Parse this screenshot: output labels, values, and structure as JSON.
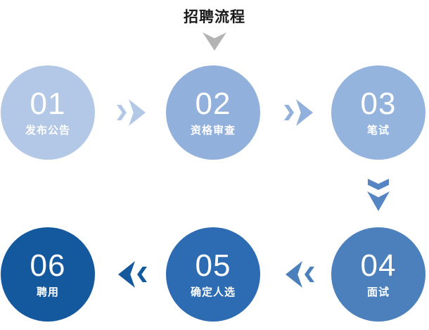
{
  "title": "招聘流程",
  "colors": {
    "background": "#ffffff",
    "title_text": "#1a1a1a",
    "title_pointer": "#b3b3b3",
    "circle_text": "#ffffff"
  },
  "steps": [
    {
      "number": "01",
      "label": "发布公告",
      "color": "#b3c7e6"
    },
    {
      "number": "02",
      "label": "资格审查",
      "color": "#91b0dc"
    },
    {
      "number": "03",
      "label": "笔试",
      "color": "#94b4de"
    },
    {
      "number": "04",
      "label": "面试",
      "color": "#4c80bd"
    },
    {
      "number": "05",
      "label": "确定人选",
      "color": "#2d6cb3"
    },
    {
      "number": "06",
      "label": "聘用",
      "color": "#14599e"
    }
  ],
  "arrows": [
    {
      "from": "01",
      "to": "02",
      "direction": "right",
      "color": "#b3c7e6"
    },
    {
      "from": "02",
      "to": "03",
      "direction": "right",
      "color": "#91b0dc"
    },
    {
      "from": "03",
      "to": "04",
      "direction": "down",
      "color": "#5585c2"
    },
    {
      "from": "04",
      "to": "05",
      "direction": "left",
      "color": "#4c80bd"
    },
    {
      "from": "05",
      "to": "06",
      "direction": "left",
      "color": "#14599e"
    }
  ]
}
